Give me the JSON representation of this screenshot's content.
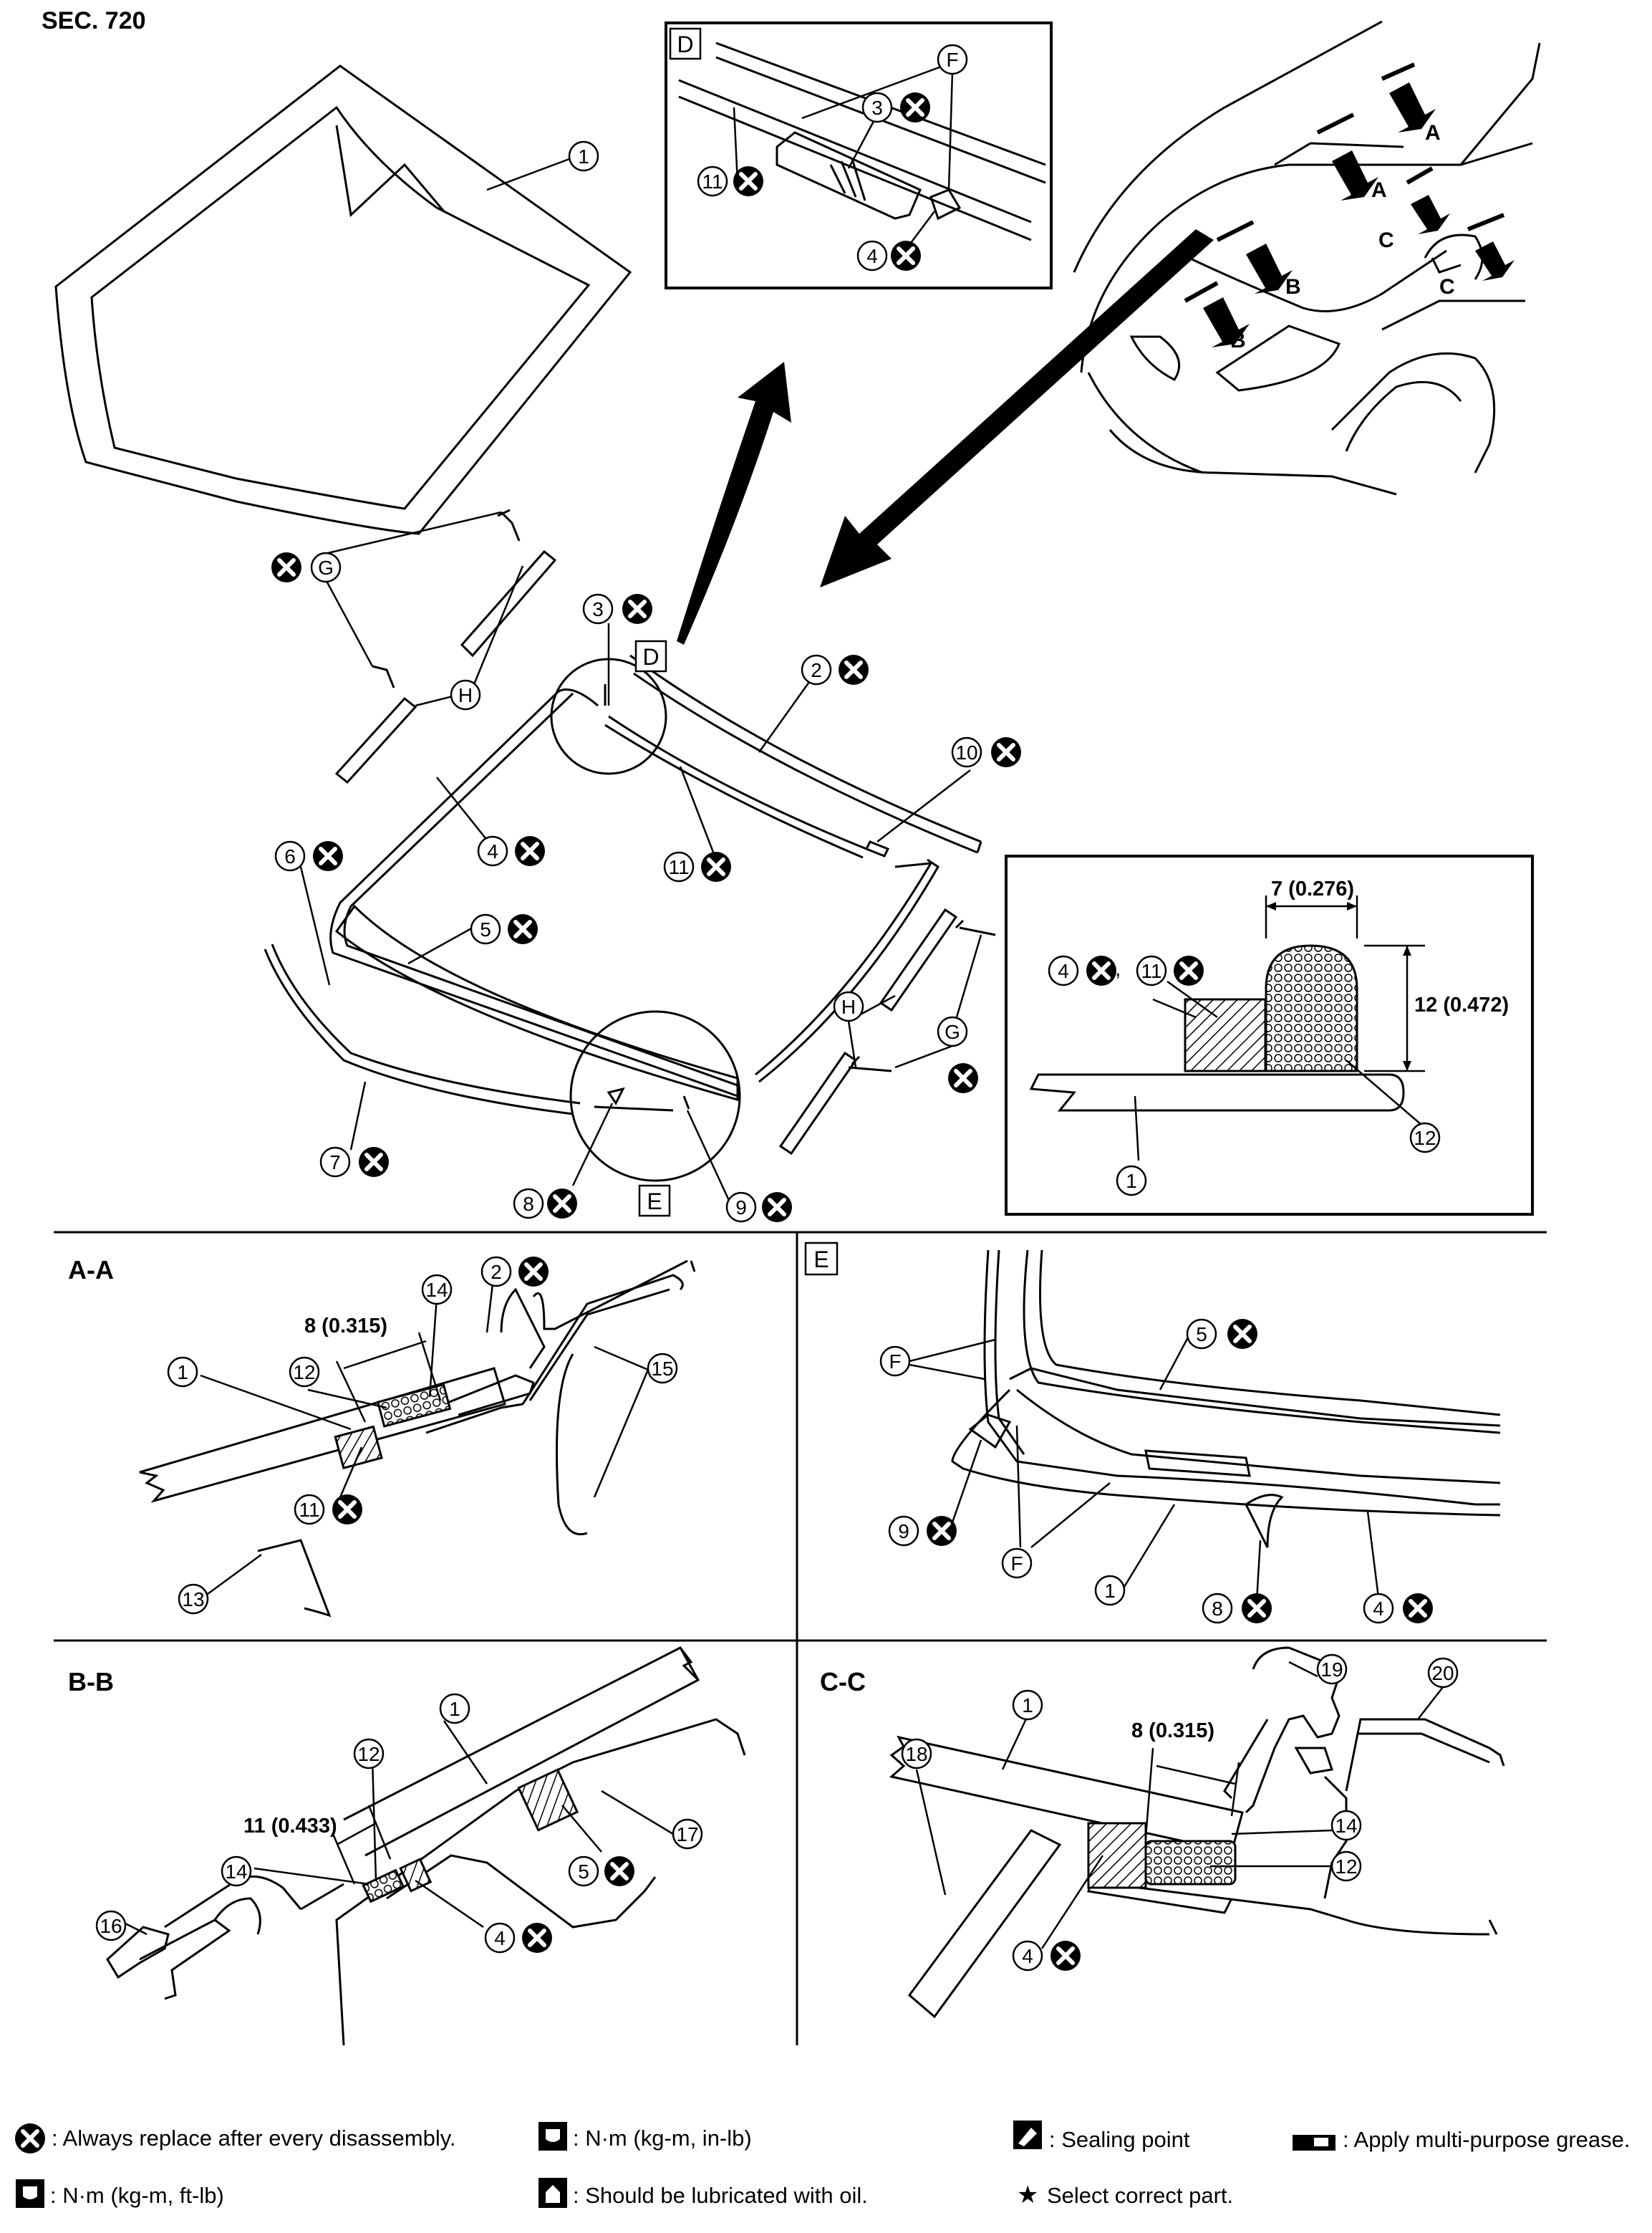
{
  "section": "SEC. 720",
  "callouts": {
    "c1": "1",
    "c2": "2",
    "c3": "3",
    "c4": "4",
    "c5": "5",
    "c6": "6",
    "c7": "7",
    "c8": "8",
    "c9": "9",
    "c10": "10",
    "c11": "11",
    "c12": "12",
    "c13": "13",
    "c14": "14",
    "c15": "15",
    "c16": "16",
    "c17": "17",
    "c18": "18",
    "c19": "19",
    "c20": "20"
  },
  "letters": {
    "A": "A",
    "B": "B",
    "C": "C",
    "D": "D",
    "E": "E",
    "F": "F",
    "G": "G",
    "H": "H"
  },
  "sections": {
    "aa": "A-A",
    "bb": "B-B",
    "cc": "C-C",
    "e": "E",
    "d": "D"
  },
  "dimensions": {
    "width_detail": "7 (0.276)",
    "height_detail": "12 (0.472)",
    "aa": "8 (0.315)",
    "bb": "11 (0.433)",
    "cc": "8 (0.315)",
    "comma": ","
  },
  "legend": {
    "replace": ": Always replace after every disassembly.",
    "nm_in": ": N·m (kg-m, in-lb)",
    "sealing": ": Sealing point",
    "grease": ": Apply multi-purpose grease.",
    "nm_ft": ": N·m (kg-m, ft-lb)",
    "oil": ": Should be lubricated with oil.",
    "select": "Select correct part.",
    "star": "★"
  }
}
